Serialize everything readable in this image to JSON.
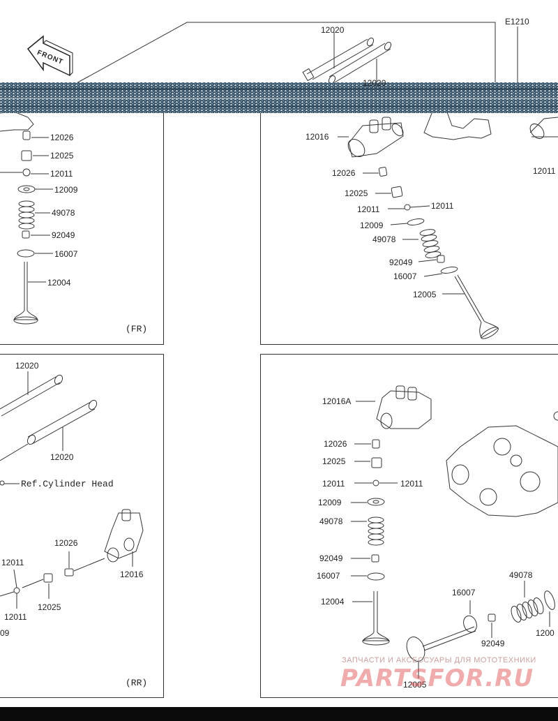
{
  "diagram_code": "E1210",
  "front_label": "FRONT",
  "ref_note": "Ref.Cylinder Head",
  "watermark": {
    "tagline": "ЗАПЧАСТИ И АКСЕССУАРЫ ДЛЯ МОТОТЕХНИКИ",
    "brand": "PARTSFOR.RU"
  },
  "panels": {
    "top_left": {
      "tag": "(FR)"
    },
    "bottom_left": {
      "tag": "(RR)"
    }
  },
  "callouts": {
    "top": {
      "p12020a": "12020",
      "p12020b": "12020"
    },
    "top_left": {
      "p12026": "12026",
      "p12025": "12025",
      "p12011": "12011",
      "p12009": "12009",
      "p49078": "49078",
      "p92049": "92049",
      "p16007": "16007",
      "p12004": "12004"
    },
    "top_right": {
      "p12016": "12016",
      "p12026": "12026",
      "p12025": "12025",
      "p12011a": "12011",
      "p12011b": "12011",
      "p12011c": "12011",
      "p12009": "12009",
      "p49078": "49078",
      "p92049": "92049",
      "p16007": "16007",
      "p12005": "12005"
    },
    "bottom_left": {
      "p12020a": "12020",
      "p12020b": "12020",
      "p12026": "12026",
      "p12016": "12016",
      "p12011a": "12011",
      "p12011b": "12011",
      "p12025": "12025",
      "p09": "09"
    },
    "bottom_right": {
      "p12016A": "12016A",
      "p12026": "12026",
      "p12025": "12025",
      "p12011a": "12011",
      "p12011b": "12011",
      "p12009": "12009",
      "p49078a": "49078",
      "p92049a": "92049",
      "p16007a": "16007",
      "p12004": "12004",
      "p16007b": "16007",
      "p49078b": "49078",
      "p92049b": "92049",
      "p1200": "1200",
      "p12005": "12005"
    }
  }
}
